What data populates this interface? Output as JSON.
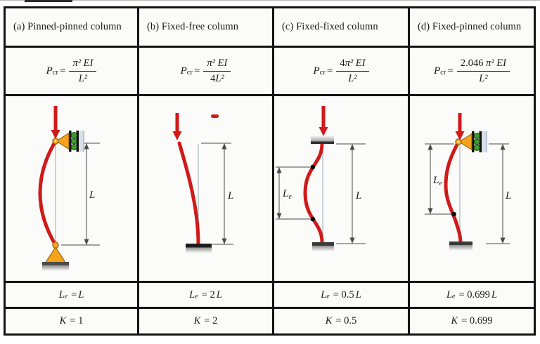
{
  "colors": {
    "table_border": "#141414",
    "column_red": "#cf1a1a",
    "support_orange": "#f5a31c",
    "roller_green": "#3f9b2f",
    "wall_gray_blue": "#d8dfe7",
    "dimension_gray": "#4a4a4a",
    "cell_background": "#fbfbf9"
  },
  "columns": [
    {
      "header": "(a) Pinned-pinned column",
      "formula": {
        "sym": "P",
        "sub": "cr",
        "eq": "=",
        "num_pre": "",
        "num": "π² EI",
        "den_pre": "",
        "den": "L²"
      },
      "le": {
        "sym": "L",
        "sub": "e",
        "mid": "=",
        "tail": "L"
      },
      "k": {
        "sym": "K",
        "val": "= 1"
      },
      "labels": {
        "L": "L"
      }
    },
    {
      "header": "(b) Fixed-free column",
      "formula": {
        "sym": "P",
        "sub": "cr",
        "eq": "=",
        "num_pre": "",
        "num": "π² EI",
        "den_pre": "4",
        "den": "L²"
      },
      "le": {
        "sym": "L",
        "sub": "e",
        "mid": "= 2",
        "tail": "L"
      },
      "k": {
        "sym": "K",
        "val": "= 2"
      },
      "labels": {
        "L": "L"
      }
    },
    {
      "header": "(c) Fixed-fixed column",
      "formula": {
        "sym": "P",
        "sub": "cr",
        "eq": "=",
        "num_pre": "4",
        "num": "π² EI",
        "den_pre": "",
        "den": "L²"
      },
      "le": {
        "sym": "L",
        "sub": "e",
        "mid": "= 0.5",
        "tail": "L"
      },
      "k": {
        "sym": "K",
        "val": "= 0.5"
      },
      "labels": {
        "L": "L",
        "Le": "L",
        "Le_sub": "e"
      }
    },
    {
      "header": "(d) Fixed-pinned column",
      "formula": {
        "sym": "P",
        "sub": "cr",
        "eq": "=",
        "num_pre": "2.046 ",
        "num": "π² EI",
        "den_pre": "",
        "den": "L²"
      },
      "le": {
        "sym": "L",
        "sub": "e",
        "mid": "= 0.699",
        "tail": "L"
      },
      "k": {
        "sym": "K",
        "val": "= 0.699"
      },
      "labels": {
        "L": "L",
        "Le": "L",
        "Le_sub": "e"
      }
    }
  ]
}
